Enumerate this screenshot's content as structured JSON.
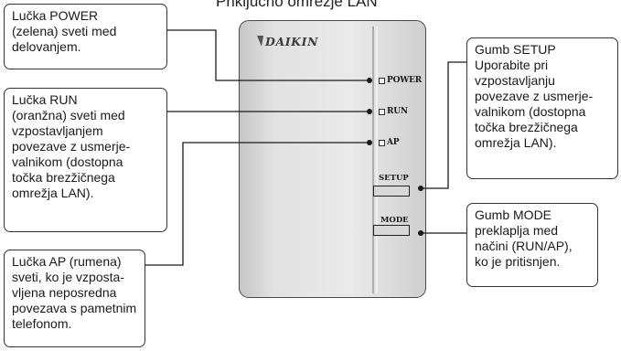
{
  "heading": "Priključno omrežje LAN",
  "device": {
    "brand": "DAIKIN",
    "led_power": "POWER",
    "led_run": "RUN",
    "led_ap": "AP",
    "setup_button": "SETUP",
    "mode_button": "MODE"
  },
  "callouts": {
    "power": [
      "Lučka POWER",
      "(zelena) sveti med",
      "delovanjem."
    ],
    "run": [
      "Lučka RUN",
      "(oranžna) sveti med",
      "vzpostavljanjem",
      "povezave z usmerje-",
      "valnikom (dostopna",
      "točka brezžičnega",
      "omrežja LAN)."
    ],
    "ap": [
      "Lučka AP (rumena)",
      "sveti, ko je vzposta-",
      "vljena neposredna",
      "povezava s pametnim",
      "telefonom."
    ],
    "setup": [
      "Gumb SETUP",
      "Uporabite pri",
      "vzpostavljanju",
      "povezave z usmerje-",
      "valnikom (dostopna",
      "točka brezžičnega",
      "omrežja LAN)."
    ],
    "mode": [
      "Gumb MODE",
      "preklaplja med",
      "načini (RUN/AP),",
      "ko je pritisnjen."
    ]
  }
}
